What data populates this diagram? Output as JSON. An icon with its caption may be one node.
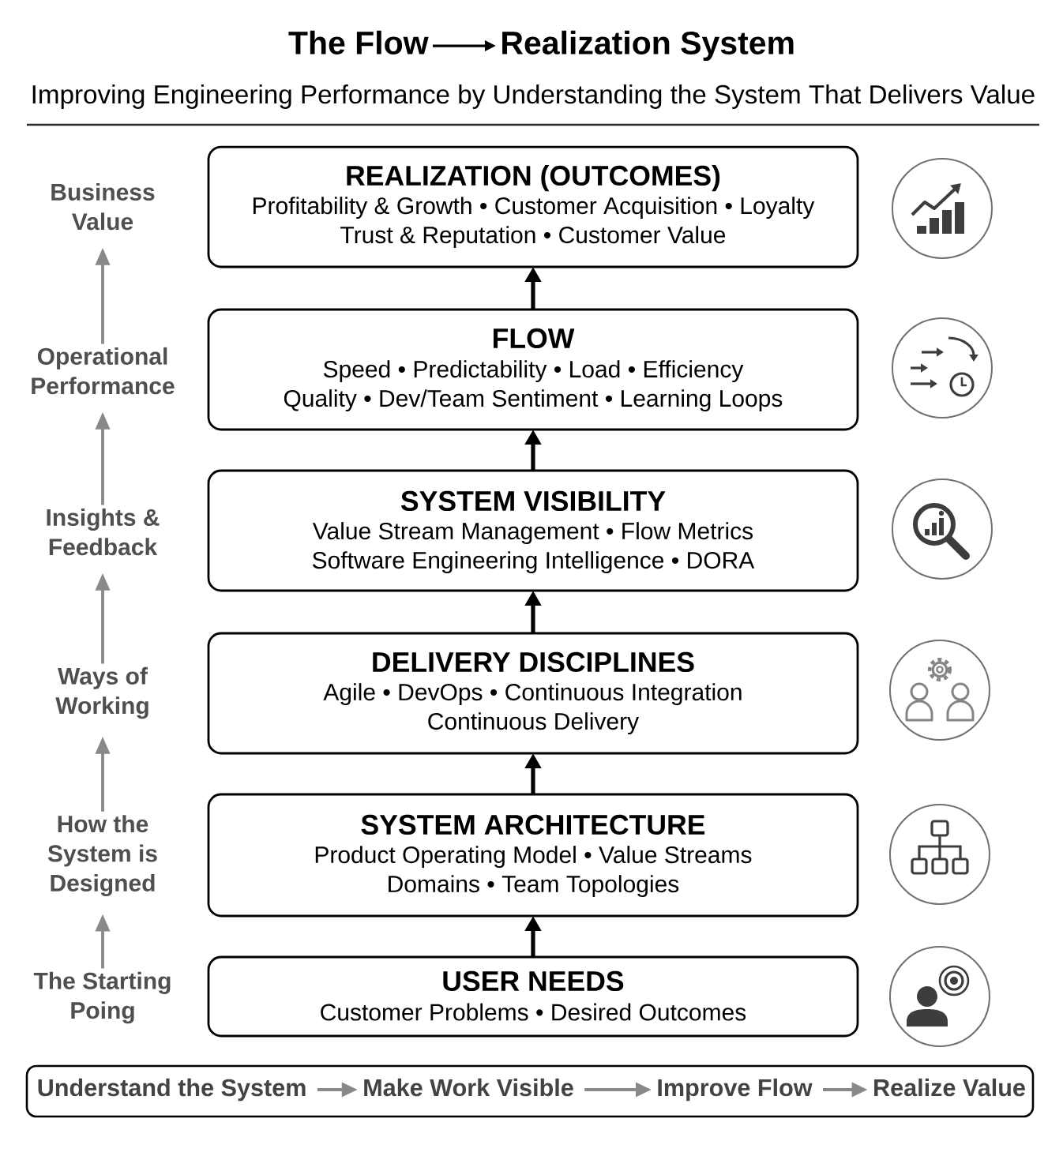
{
  "diagram": {
    "nodes": [
      {
        "text": [
          "The Flow"
        ]
      },
      {
        "text": [
          "Realization System"
        ]
      },
      {
        "text": [
          "Business Value"
        ]
      },
      {
        "text": [
          "REALIZATION (OUTCOMES)",
          "Profitability & Growth • Customer Acquisition • Loyalty Trust & Reputation • Customer Value"
        ]
      },
      {
        "text": [
          "Operational Performance"
        ]
      },
      {
        "text": [
          "FLOW",
          "Speed • Predictability • Load • Efficiency Quality • Dev/Team Sentiment • Learning Loops"
        ]
      },
      {
        "text": [
          "Insights & Feedback"
        ]
      },
      {
        "text": [
          "SYSTEM VISIBILITY",
          "Value Stream Management • Flow Metrics Software Engineering Intelligence • DORA"
        ]
      },
      {
        "text": [
          "Ways of Working"
        ]
      },
      {
        "text": [
          "DELIVERY DISCIPLINES",
          "Agile • DevOps • Continuous Integration Continuous Delivery"
        ]
      },
      {
        "text": [
          "How the System is Designed"
        ]
      },
      {
        "text": [
          "SYSTEM ARCHITECTURE",
          "Product Operating Model • Value Streams Domains • Team Topologies"
        ]
      },
      {
        "text": [
          "The Starting Poing"
        ]
      },
      {
        "text": [
          "USER NEEDS",
          "Customer Problems • Desired Outcomes"
        ]
      },
      {
        "text": [],
        "shape": "box"
      },
      {
        "text": [
          "Understand the System"
        ],
        "in": 14
      },
      {
        "text": [
          "Make Work Visible"
        ],
        "in": 14
      },
      {
        "text": [
          "Improve Flow"
        ],
        "in": 14
      },
      {
        "text": [
          "Realize Value"
        ],
        "in": 14
      }
    ],
    "edges": [
      {
        "from": 0,
        "to": 1,
        "arrow": "to",
        "color": "#000000"
      },
      {
        "from": 13,
        "to": 11,
        "arrow": "to",
        "color": "#000000"
      },
      {
        "from": 11,
        "to": 9,
        "arrow": "to",
        "color": "#000000"
      },
      {
        "from": 9,
        "to": 7,
        "arrow": "to",
        "color": "#000000"
      },
      {
        "from": 7,
        "to": 5,
        "arrow": "to",
        "color": "#000000"
      },
      {
        "from": 5,
        "to": 3,
        "arrow": "to",
        "color": "#000000"
      },
      {
        "from": 12,
        "to": 10,
        "arrow": "to",
        "color": "#898989"
      },
      {
        "from": 10,
        "to": 8,
        "arrow": "to",
        "color": "#898989"
      },
      {
        "from": 8,
        "to": 6,
        "arrow": "to",
        "color": "#898989"
      },
      {
        "from": 6,
        "to": 4,
        "arrow": "to",
        "color": "#898989"
      },
      {
        "from": 4,
        "to": 2,
        "arrow": "to",
        "color": "#898989"
      },
      {
        "from": 15,
        "to": 16,
        "arrow": "to",
        "color": "#898989"
      },
      {
        "from": 16,
        "to": 17,
        "arrow": "to",
        "color": "#898989"
      },
      {
        "from": 17,
        "to": 18,
        "arrow": "to",
        "color": "#898989"
      }
    ],
    "labels": [
      "Improving Engineering Performance by Understanding the System That Delivers Value"
    ]
  }
}
